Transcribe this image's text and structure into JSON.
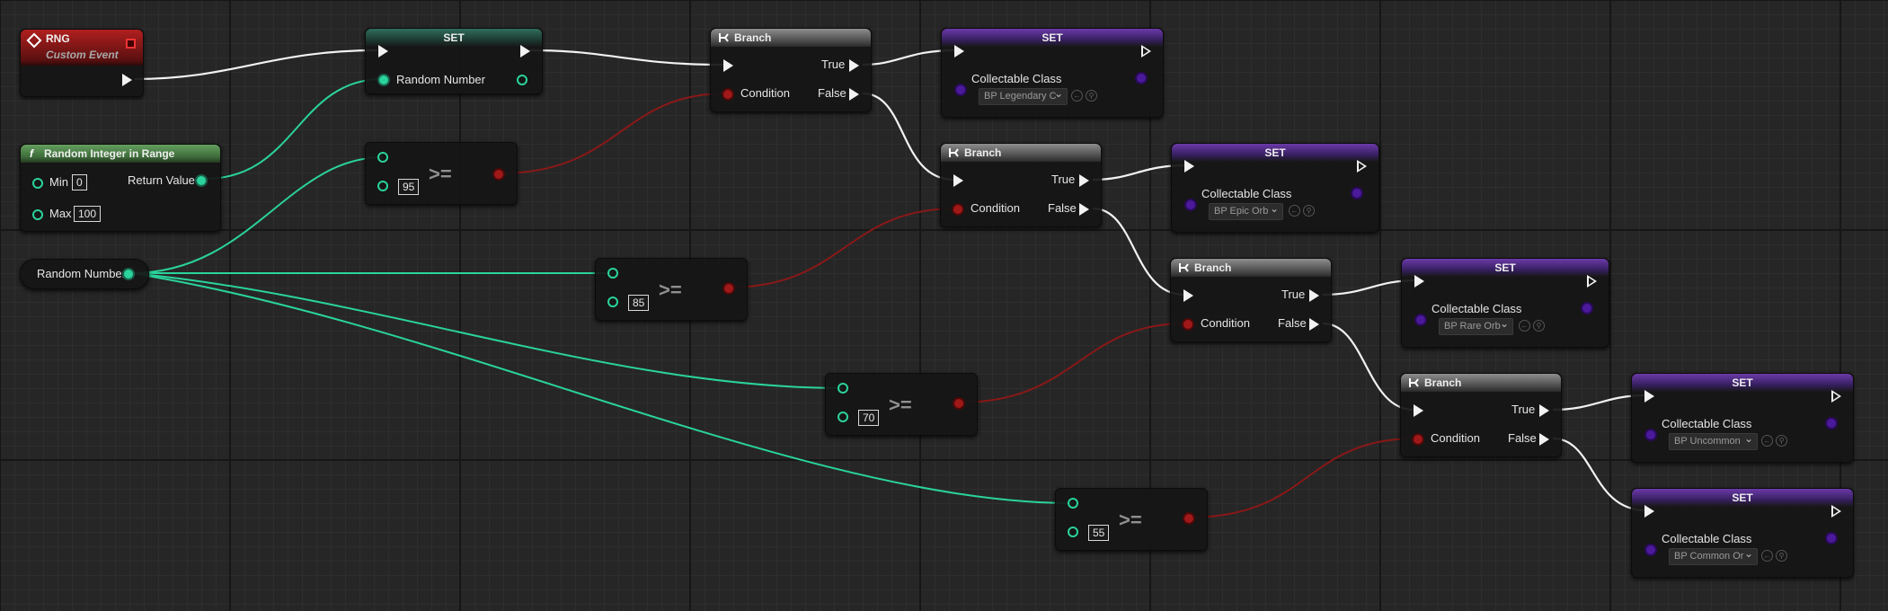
{
  "event_node": {
    "title": "RNG",
    "subtitle": "Custom Event"
  },
  "set_number": {
    "title": "SET",
    "pin_label": "Random Number"
  },
  "random_int": {
    "title": "Random Integer in Range",
    "min_label": "Min",
    "min_value": "0",
    "max_label": "Max",
    "max_value": "100",
    "return_label": "Return Value"
  },
  "getter": {
    "label": "Random Number"
  },
  "compares": [
    {
      "op": ">=",
      "value": "95"
    },
    {
      "op": ">=",
      "value": "85"
    },
    {
      "op": ">=",
      "value": "70"
    },
    {
      "op": ">=",
      "value": "55"
    }
  ],
  "branches": [
    {
      "title": "Branch",
      "true_label": "True",
      "false_label": "False",
      "cond_label": "Condition"
    },
    {
      "title": "Branch",
      "true_label": "True",
      "false_label": "False",
      "cond_label": "Condition"
    },
    {
      "title": "Branch",
      "true_label": "True",
      "false_label": "False",
      "cond_label": "Condition"
    },
    {
      "title": "Branch",
      "true_label": "True",
      "false_label": "False",
      "cond_label": "Condition"
    }
  ],
  "sets": [
    {
      "title": "SET",
      "pin_label": "Collectable Class",
      "value": "BP Legendary C"
    },
    {
      "title": "SET",
      "pin_label": "Collectable Class",
      "value": "BP Epic Orb"
    },
    {
      "title": "SET",
      "pin_label": "Collectable Class",
      "value": "BP Rare Orb"
    },
    {
      "title": "SET",
      "pin_label": "Collectable Class",
      "value": "BP Uncommon"
    },
    {
      "title": "SET",
      "pin_label": "Collectable Class",
      "value": "BP Common Or"
    }
  ],
  "colors": {
    "exec": "#f2f2f2",
    "int_wire": "#2ad39c",
    "bool_wire": "#8a1818",
    "class_pin": "#4a1a9a",
    "background": "#262626"
  }
}
